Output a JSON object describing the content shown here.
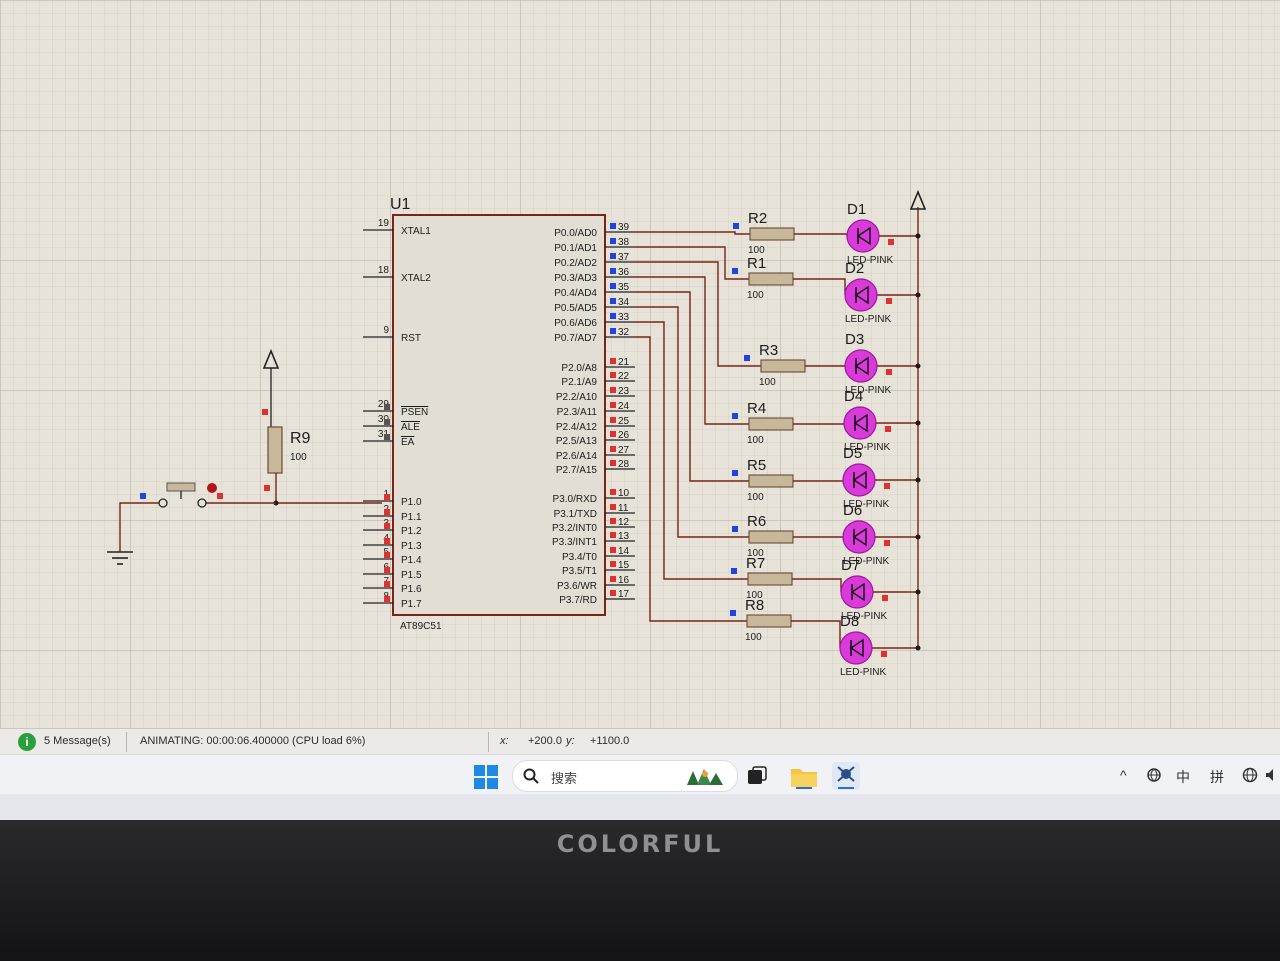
{
  "schematic": {
    "u1": {
      "ref": "U1",
      "part": "AT89C51",
      "left_pins": [
        {
          "num": "19",
          "name": "XTAL1"
        },
        {
          "num": "18",
          "name": "XTAL2"
        },
        {
          "num": "9",
          "name": "RST"
        },
        {
          "num": "29",
          "name": "PSEN"
        },
        {
          "num": "30",
          "name": "ALE"
        },
        {
          "num": "31",
          "name": "EA"
        },
        {
          "num": "1",
          "name": "P1.0"
        },
        {
          "num": "2",
          "name": "P1.1"
        },
        {
          "num": "3",
          "name": "P1.2"
        },
        {
          "num": "4",
          "name": "P1.3"
        },
        {
          "num": "5",
          "name": "P1.4"
        },
        {
          "num": "6",
          "name": "P1.5"
        },
        {
          "num": "7",
          "name": "P1.6"
        },
        {
          "num": "8",
          "name": "P1.7"
        }
      ],
      "right_pins": [
        {
          "num": "39",
          "name": "P0.0/AD0"
        },
        {
          "num": "38",
          "name": "P0.1/AD1"
        },
        {
          "num": "37",
          "name": "P0.2/AD2"
        },
        {
          "num": "36",
          "name": "P0.3/AD3"
        },
        {
          "num": "35",
          "name": "P0.4/AD4"
        },
        {
          "num": "34",
          "name": "P0.5/AD5"
        },
        {
          "num": "33",
          "name": "P0.6/AD6"
        },
        {
          "num": "32",
          "name": "P0.7/AD7"
        },
        {
          "num": "21",
          "name": "P2.0/A8"
        },
        {
          "num": "22",
          "name": "P2.1/A9"
        },
        {
          "num": "23",
          "name": "P2.2/A10"
        },
        {
          "num": "24",
          "name": "P2.3/A11"
        },
        {
          "num": "25",
          "name": "P2.4/A12"
        },
        {
          "num": "26",
          "name": "P2.5/A13"
        },
        {
          "num": "27",
          "name": "P2.6/A14"
        },
        {
          "num": "28",
          "name": "P2.7/A15"
        },
        {
          "num": "10",
          "name": "P3.0/RXD"
        },
        {
          "num": "11",
          "name": "P3.1/TXD"
        },
        {
          "num": "12",
          "name": "P3.2/INT0"
        },
        {
          "num": "13",
          "name": "P3.3/INT1"
        },
        {
          "num": "14",
          "name": "P3.4/T0"
        },
        {
          "num": "15",
          "name": "P3.5/T1"
        },
        {
          "num": "16",
          "name": "P3.6/WR"
        },
        {
          "num": "17",
          "name": "P3.7/RD"
        }
      ]
    },
    "r9": {
      "ref": "R9",
      "value": "100"
    },
    "channels": [
      {
        "res": "R2",
        "res_val": "100",
        "led": "D1",
        "led_val": "LED-PINK"
      },
      {
        "res": "R1",
        "res_val": "100",
        "led": "D2",
        "led_val": "LED-PINK"
      },
      {
        "res": "R3",
        "res_val": "100",
        "led": "D3",
        "led_val": "LED-PINK"
      },
      {
        "res": "R4",
        "res_val": "100",
        "led": "D4",
        "led_val": "LED-PINK"
      },
      {
        "res": "R5",
        "res_val": "100",
        "led": "D5",
        "led_val": "LED-PINK"
      },
      {
        "res": "R6",
        "res_val": "100",
        "led": "D6",
        "led_val": "LED-PINK"
      },
      {
        "res": "R7",
        "res_val": "100",
        "led": "D7",
        "led_val": "LED-PINK"
      },
      {
        "res": "R8",
        "res_val": "100",
        "led": "D8",
        "led_val": "LED-PINK"
      }
    ],
    "colors": {
      "wire": "#7a2418",
      "body": "#e3ded4",
      "led": "#d93ad9",
      "pin_red": "#e03030",
      "pin_blue": "#2244dd",
      "resistor": "#c8b89a"
    }
  },
  "statusbar": {
    "messages": "5 Message(s)",
    "status": "ANIMATING: 00:00:06.400000 (CPU load 6%)",
    "x_label": "x:",
    "x_value": "+200.0",
    "y_label": "y:",
    "y_value": "+1100.0"
  },
  "taskbar": {
    "search_placeholder": "搜索",
    "icons": [
      "windows-start-icon",
      "search-icon",
      "task-view-icon",
      "file-explorer-icon",
      "proteus-app-icon"
    ],
    "tray": {
      "chevron": "^",
      "ime_lang": "中",
      "ime_mode": "拼"
    }
  },
  "bezel": {
    "brand": "COLORFUL"
  }
}
